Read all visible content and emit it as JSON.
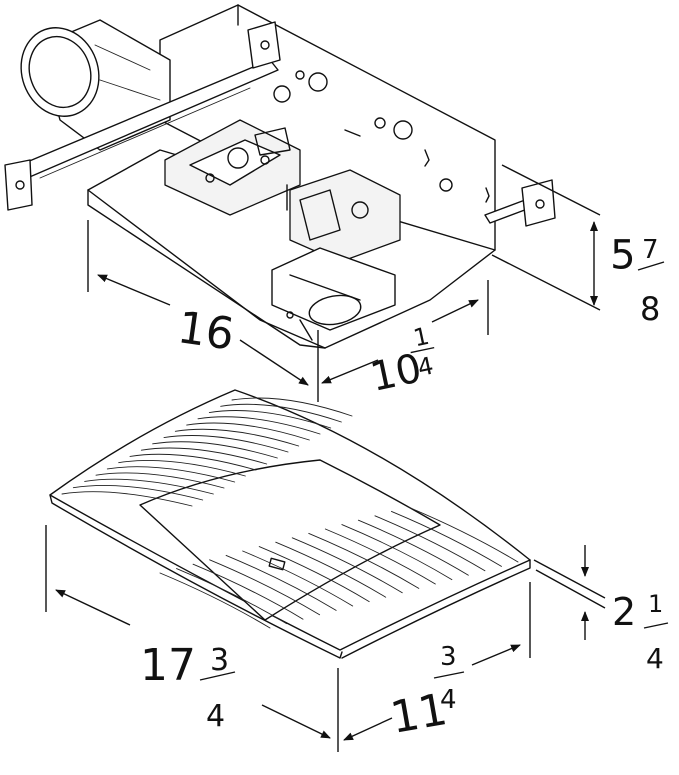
{
  "housing": {
    "length": "16",
    "width_whole": "10",
    "width_num": "1",
    "width_den": "4",
    "height_whole": "5",
    "height_num": "7",
    "height_den": "8"
  },
  "grille": {
    "length_whole": "17",
    "length_num": "3",
    "length_den": "4",
    "width_whole": "11",
    "width_num": "3",
    "width_den": "4",
    "height_whole": "2",
    "height_num": "1",
    "height_den": "4"
  }
}
